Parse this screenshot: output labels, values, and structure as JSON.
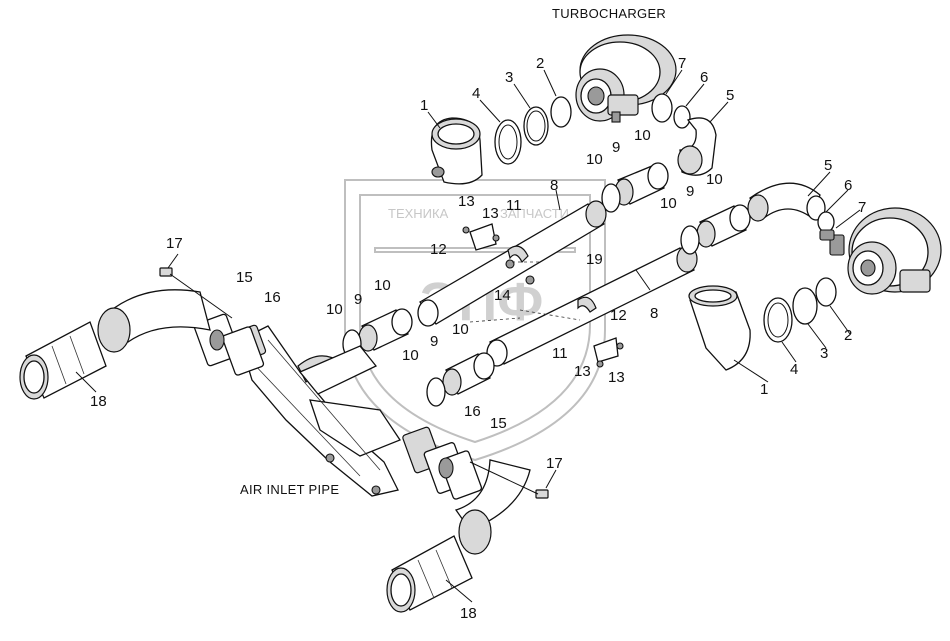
{
  "captions": {
    "turbocharger": "TURBOCHARGER",
    "air_inlet_pipe": "AIR INLET PIPE"
  },
  "watermark": {
    "text_left": "ТЕХНИКА",
    "text_right": "ЗАПЧАСТИ",
    "mark": "ЭПФ"
  },
  "callouts": {
    "c1a": "1",
    "c4a": "4",
    "c3a": "3",
    "c2a": "2",
    "c7a": "7",
    "c6a": "6",
    "c5a": "5",
    "c10a": "10",
    "c9a": "9",
    "c10b": "10",
    "c8a": "8",
    "c13a": "13",
    "c13b": "13",
    "c11a": "11",
    "c12a": "12",
    "c10c": "10",
    "c9b": "9",
    "c10d": "10",
    "c5b": "5",
    "c6b": "6",
    "c7b": "7",
    "c19": "19",
    "c14": "14",
    "c8b": "8",
    "c12b": "12",
    "c11b": "11",
    "c13c": "13",
    "c13d": "13",
    "c1b": "1",
    "c4b": "4",
    "c3b": "3",
    "c2b": "2",
    "c17a": "17",
    "c15a": "15",
    "c16a": "16",
    "c10e": "10",
    "c9c": "9",
    "c10f": "10",
    "c10g": "10",
    "c9d": "9",
    "c10h": "10",
    "c16b": "16",
    "c15b": "15",
    "c17b": "17",
    "c18a": "18",
    "c18b": "18"
  }
}
